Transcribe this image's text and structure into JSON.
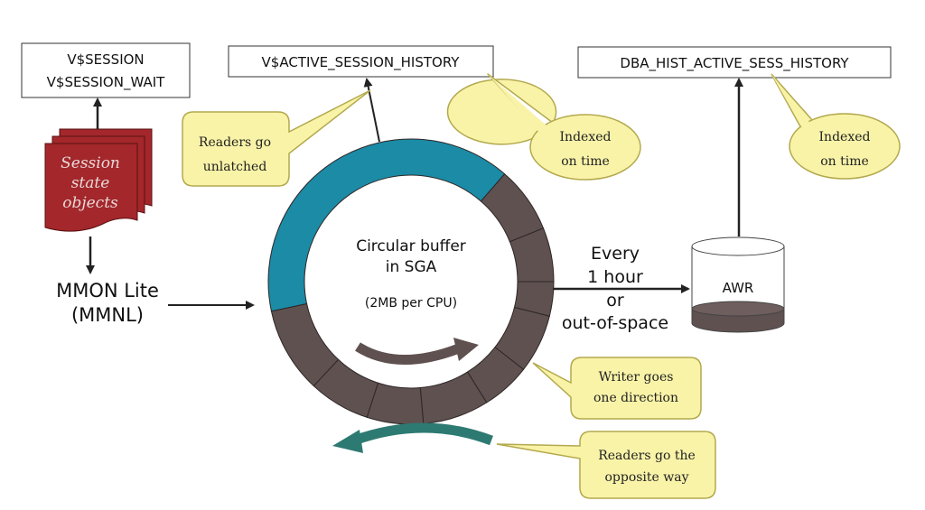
{
  "boxes": {
    "session_line1": "V$SESSION",
    "session_line2": "V$SESSION_WAIT",
    "ash": "V$ACTIVE_SESSION_HISTORY",
    "dba_hist": "DBA_HIST_ACTIVE_SESS_HISTORY"
  },
  "session_objects": {
    "line1": "Session",
    "line2": "state",
    "line3": "objects"
  },
  "mmon": {
    "line1": "MMON Lite",
    "line2": "(MMNL)"
  },
  "buffer": {
    "line1": "Circular buffer",
    "line2": "in SGA",
    "line3": "(2MB per CPU)"
  },
  "flush": {
    "line1": "Every",
    "line2": "1 hour",
    "line3": "or",
    "line4": "out-of-space"
  },
  "awr": "AWR",
  "callouts": {
    "readers_unlatched": {
      "line1": "Readers go",
      "line2": "unlatched"
    },
    "indexed_ash": {
      "line1": "Indexed",
      "line2": "on time"
    },
    "indexed_awr": {
      "line1": "Indexed",
      "line2": "on time"
    },
    "writer": {
      "line1": "Writer goes",
      "line2": "one direction"
    },
    "readers_opposite": {
      "line1": "Readers go the",
      "line2": "opposite way"
    }
  },
  "colors": {
    "teal_segment": "#1b8ba6",
    "brown_segment": "#5f5150",
    "session_objects": "#a3272b",
    "callout_fill": "#f9f3a8",
    "callout_stroke": "#b3a94d",
    "reader_arrow": "#2d7a72",
    "writer_arrow": "#5f5150",
    "line": "#222222"
  }
}
